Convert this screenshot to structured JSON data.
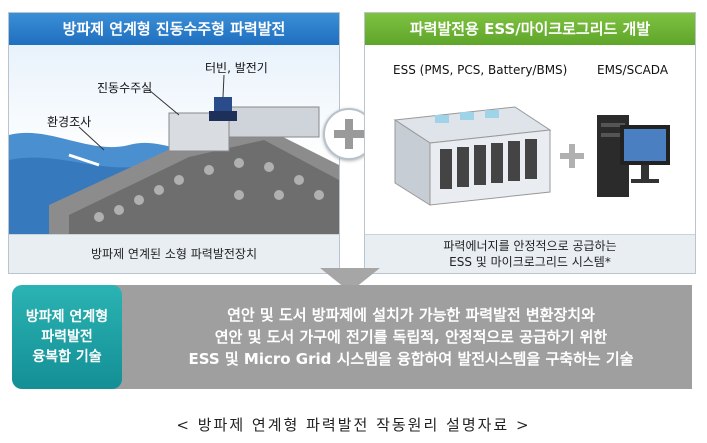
{
  "left_panel": {
    "title": "방파제 연계형 진동수주형 파력발전",
    "labels": {
      "turbine": "터빈, 발전기",
      "owc": "진동수주실",
      "survey": "환경조사"
    },
    "footer": "방파제 연계된 소형 파력발전장치"
  },
  "right_panel": {
    "title": "파력발전용 ESS/마이크로그리드 개발",
    "labels": {
      "ess": "ESS (PMS, PCS, Battery/BMS)",
      "ems": "EMS/SCADA"
    },
    "footer_line1": "파력에너지를 안정적으로 공급하는",
    "footer_line2": "ESS 및 마이크로그리드 시스템*"
  },
  "tech": {
    "box_line1": "방파제 연계형",
    "box_line2": "파력발전",
    "box_line3": "융복합 기술",
    "desc_line1": "연안 및 도서 방파제에 설치가 가능한 파력발전 변환장치와",
    "desc_line2": "연안 및 도서 가구에 전기를 독립적, 안정적으로 공급하기 위한",
    "desc_line3": "ESS 및 Micro Grid 시스템을 융합하여 발전시스템을 구축하는 기술"
  },
  "caption": "< 방파제 연계형 파력발전 작동원리 설명자료 >"
}
